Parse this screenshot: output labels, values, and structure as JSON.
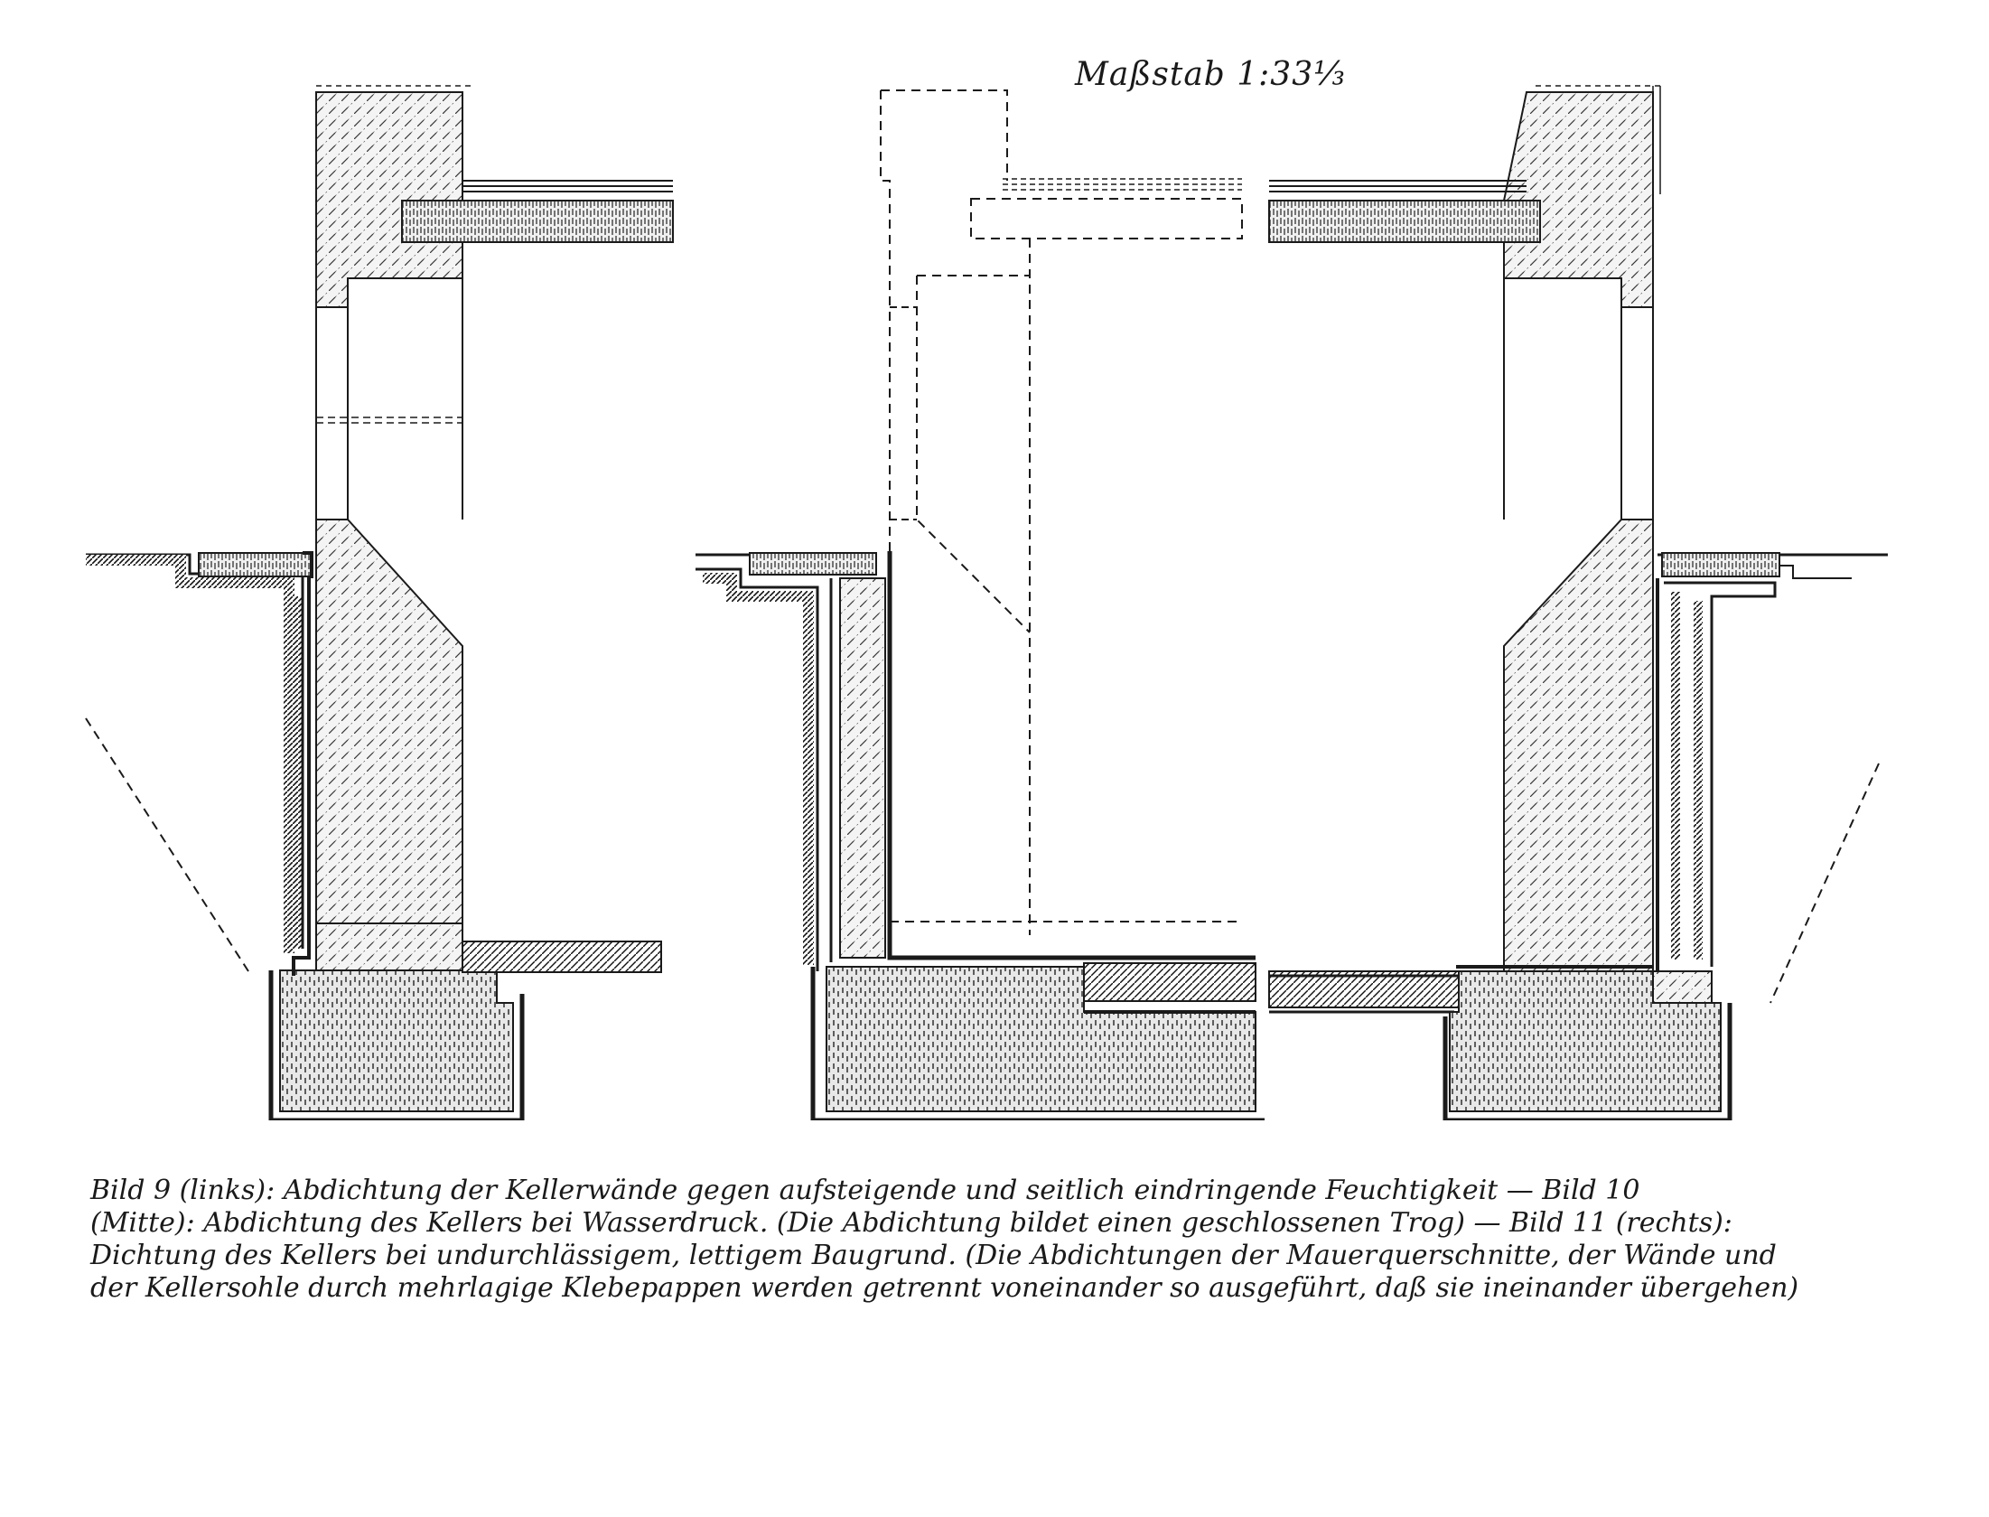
{
  "scale_label": "Maßstab 1:33⅓",
  "caption": {
    "lines": [
      "Bild 9 (links): Abdichtung der Kellerwände gegen aufsteigende und seitlich eindringende Feuchtigkeit — Bild 10",
      "(Mitte): Abdichtung des Kellers bei Wasserdruck. (Die Abdichtung bildet einen geschlossenen Trog) — Bild 11 (rechts):",
      "Dichtung des Kellers bei undurchlässigem, lettigem Baugrund. (Die Abdichtungen der Mauerquerschnitte, der Wände und",
      "der Kellersohle durch mehrlagige Klebepappen werden getrennt voneinander so ausgeführt, daß sie ineinander übergehen)"
    ]
  },
  "colors": {
    "ink": "#1a1a1a",
    "masonry": "#f4f4f4",
    "concrete": "#e8e8e8",
    "background": "#ffffff"
  },
  "figures": [
    {
      "name": "bild-9-links"
    },
    {
      "name": "bild-10-mitte"
    },
    {
      "name": "bild-11-rechts"
    }
  ]
}
